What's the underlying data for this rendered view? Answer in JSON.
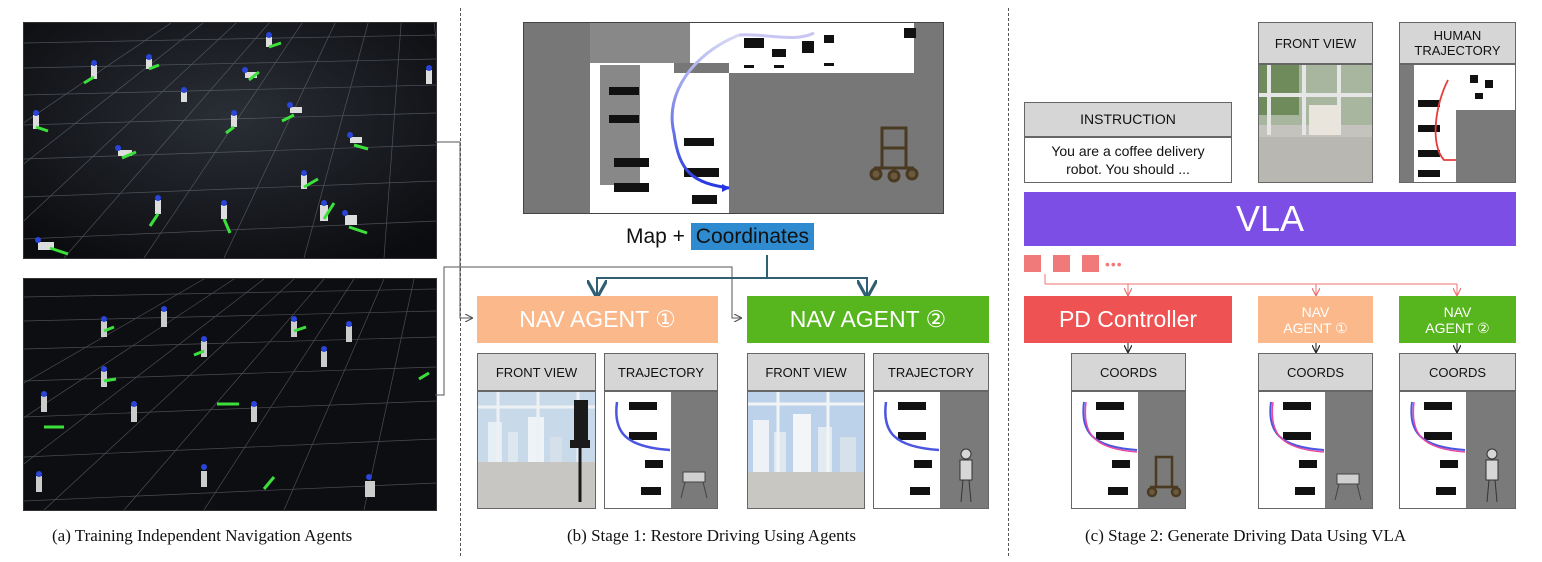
{
  "captions": {
    "a": "(a) Training Independent Navigation Agents",
    "b": "(b) Stage 1: Restore Driving Using Agents",
    "c": "(c) Stage 2: Generate Driving Data Using VLA"
  },
  "stage1": {
    "map_label_prefix": "Map + ",
    "map_label_highlight": "Coordinates",
    "agent1": "NAV AGENT ①",
    "agent2": "NAV AGENT ②",
    "front_view": "FRONT VIEW",
    "trajectory": "TRAJECTORY"
  },
  "stage2": {
    "instruction_title": "INSTRUCTION",
    "instruction_text": "You are a coffee delivery robot. You should ...",
    "front_view": "FRONT VIEW",
    "human_trajectory": "HUMAN TRAJECTORY",
    "vla": "VLA",
    "token_ellipsis": "•••",
    "pd_controller": "PD Controller",
    "nav_agent_1": "NAV AGENT ①",
    "nav_agent_2": "NAV AGENT ②",
    "coords": "COORDS"
  },
  "colors": {
    "orange": "#fbb98b",
    "green": "#57b51e",
    "purple": "#7c4ee6",
    "red": "#ee5252",
    "coord_blue": "#2e8bd0",
    "arrow_teal": "#2f5f73",
    "token_red": "#f07a7a"
  }
}
